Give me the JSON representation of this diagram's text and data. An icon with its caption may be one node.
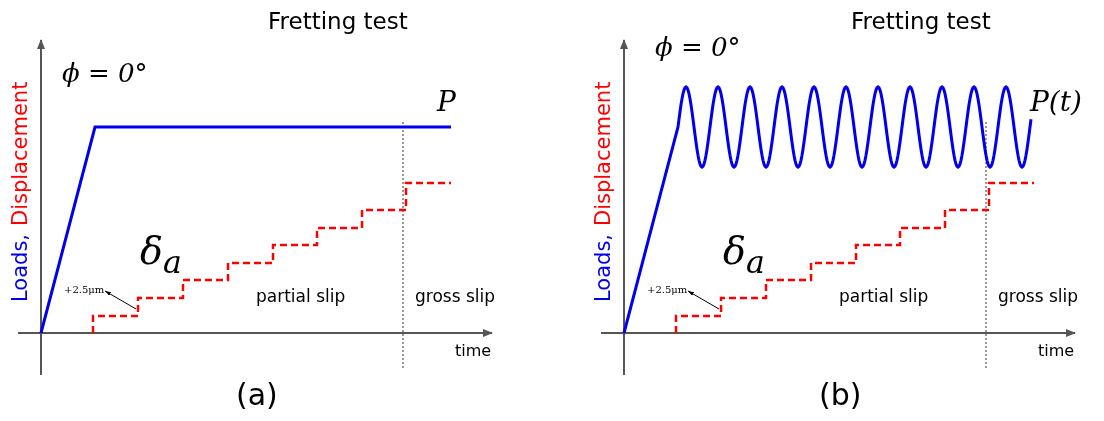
{
  "diagram": {
    "nodes": [
      {
        "text": [
          "+2.5μm"
        ]
      },
      {
        "text": [
          "+2.5μm"
        ]
      }
    ],
    "edges": [
      {
        "from": null,
        "to": 0,
        "arrow": "to"
      },
      {
        "from": null,
        "to": 1,
        "arrow": "to"
      }
    ],
    "labels": [
      "Fretting test",
      "ϕ = 0°",
      "P",
      "Loads,",
      "Displacement",
      "δ$_{a}$",
      "partial slip",
      "gross slip",
      "time",
      "(a)",
      "Fretting test",
      "ϕ = 0°",
      "P(t)",
      "Loads,",
      "Displacement",
      "δ$_{a}$",
      "partial slip",
      "gross slip",
      "time",
      "(b)"
    ]
  }
}
